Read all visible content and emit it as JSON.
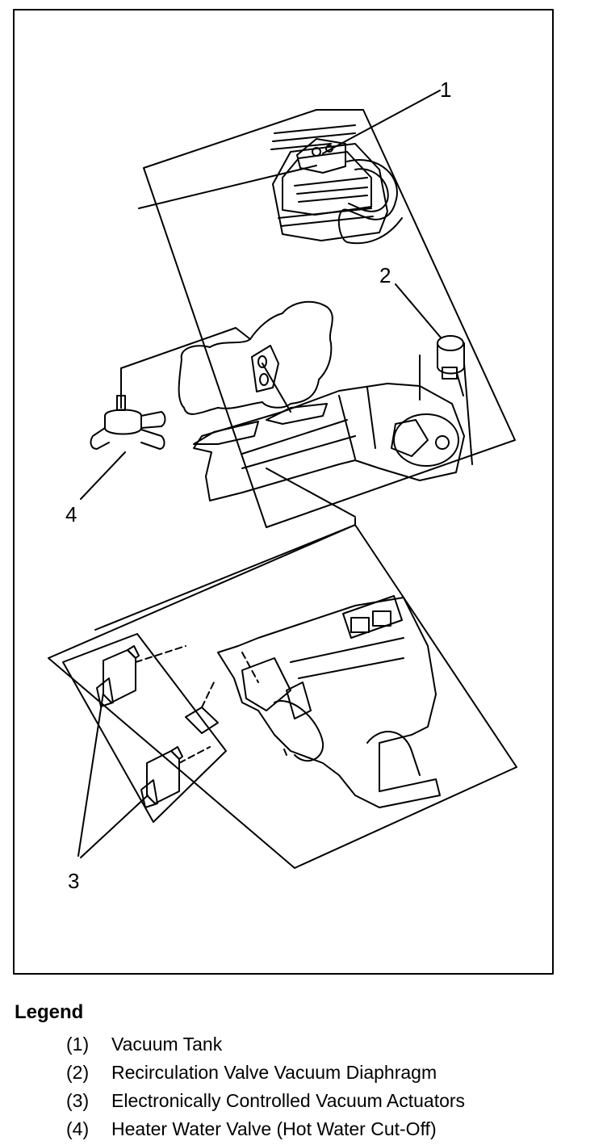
{
  "callouts": {
    "c1": "1",
    "c2": "2",
    "c3": "3",
    "c4": "4"
  },
  "legend": {
    "title": "Legend",
    "items": [
      {
        "num": "(1)",
        "text": "Vacuum Tank"
      },
      {
        "num": "(2)",
        "text": "Recirculation Valve Vacuum Diaphragm"
      },
      {
        "num": "(3)",
        "text": "Electronically Controlled Vacuum Actuators"
      },
      {
        "num": "(4)",
        "text": "Heater Water Valve (Hot Water Cut-Off)"
      }
    ]
  }
}
